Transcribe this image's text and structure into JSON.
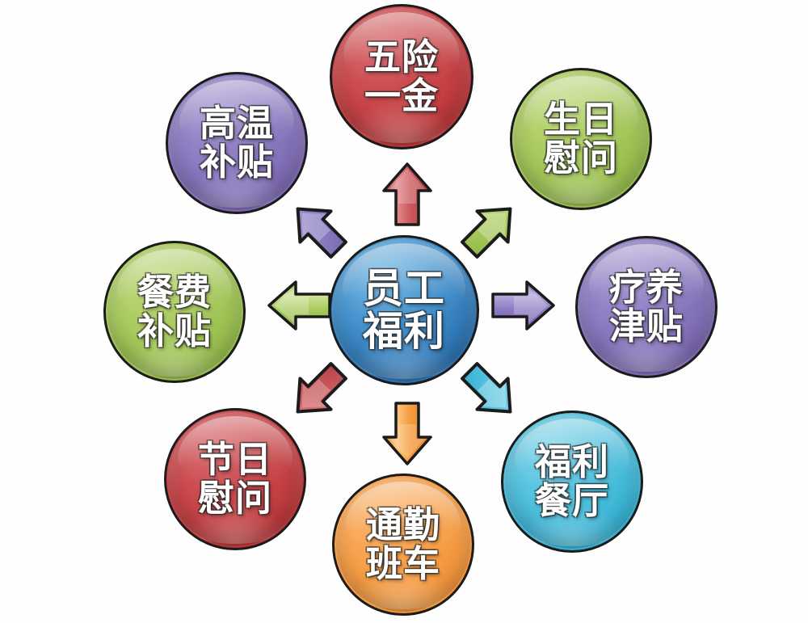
{
  "diagram": {
    "title": "员工福利",
    "center": {
      "label": "员工\n福利",
      "color": "#3f8ecb",
      "name": "employee-benefits-center"
    },
    "nodes": [
      {
        "id": "node-top",
        "label": "五险\n一金",
        "color": "#c9474a",
        "direction": "up"
      },
      {
        "id": "node-top-left",
        "label": "高温\n补贴",
        "color": "#8b7ac0",
        "direction": "up-left"
      },
      {
        "id": "node-top-right",
        "label": "生日\n慰问",
        "color": "#a7c95d",
        "direction": "up-right"
      },
      {
        "id": "node-left",
        "label": "餐费\n补贴",
        "color": "#a7c95d",
        "direction": "left"
      },
      {
        "id": "node-right",
        "label": "疗养\n津贴",
        "color": "#8b7ac0",
        "direction": "right"
      },
      {
        "id": "node-bottom-left",
        "label": "节日\n慰问",
        "color": "#c9474a",
        "direction": "down-left"
      },
      {
        "id": "node-bottom",
        "label": "通勤\n班车",
        "color": "#f7a049",
        "direction": "down"
      },
      {
        "id": "node-bottom-right",
        "label": "福利\n餐厅",
        "color": "#4fc0dd",
        "direction": "down-right"
      }
    ],
    "arrows": [
      {
        "id": "arrow-up",
        "color": "#cc5a5e",
        "points_to": "node-top"
      },
      {
        "id": "arrow-up-left",
        "color": "#8b7ac0",
        "points_to": "node-top-left"
      },
      {
        "id": "arrow-up-right",
        "color": "#a7c95d",
        "points_to": "node-top-right"
      },
      {
        "id": "arrow-left",
        "color": "#a7c95d",
        "points_to": "node-left"
      },
      {
        "id": "arrow-right",
        "color": "#8b7ac0",
        "points_to": "node-right"
      },
      {
        "id": "arrow-down-left",
        "color": "#cc5a5e",
        "points_to": "node-bottom-left"
      },
      {
        "id": "arrow-down",
        "color": "#f7a049",
        "points_to": "node-bottom"
      },
      {
        "id": "arrow-down-right",
        "color": "#4fc0dd",
        "points_to": "node-bottom-right"
      }
    ]
  }
}
